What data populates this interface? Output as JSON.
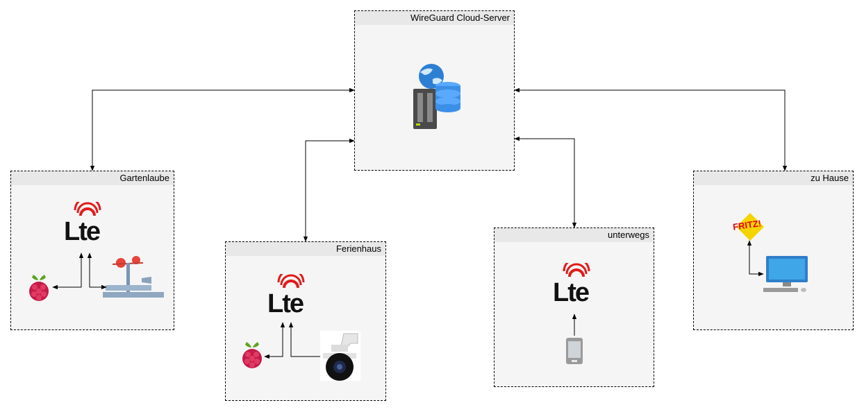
{
  "groups": {
    "server": {
      "label": "WireGuard Cloud-Server"
    },
    "garten": {
      "label": "Gartenlaube"
    },
    "ferien": {
      "label": "Ferienhaus"
    },
    "unterwegs": {
      "label": "unterwegs"
    },
    "home": {
      "label": "zu Hause"
    }
  },
  "logos": {
    "lte": "Lte",
    "fritz": "FRITZ!"
  },
  "icons": {
    "server": "server-database-icon",
    "raspberry": "raspberry-pi-icon",
    "lte": "lte-icon",
    "anemometer": "anemometer-icon",
    "camera": "ptz-camera-icon",
    "phone": "smartphone-icon",
    "fritz": "fritzbox-icon",
    "pc": "desktop-computer-icon"
  }
}
